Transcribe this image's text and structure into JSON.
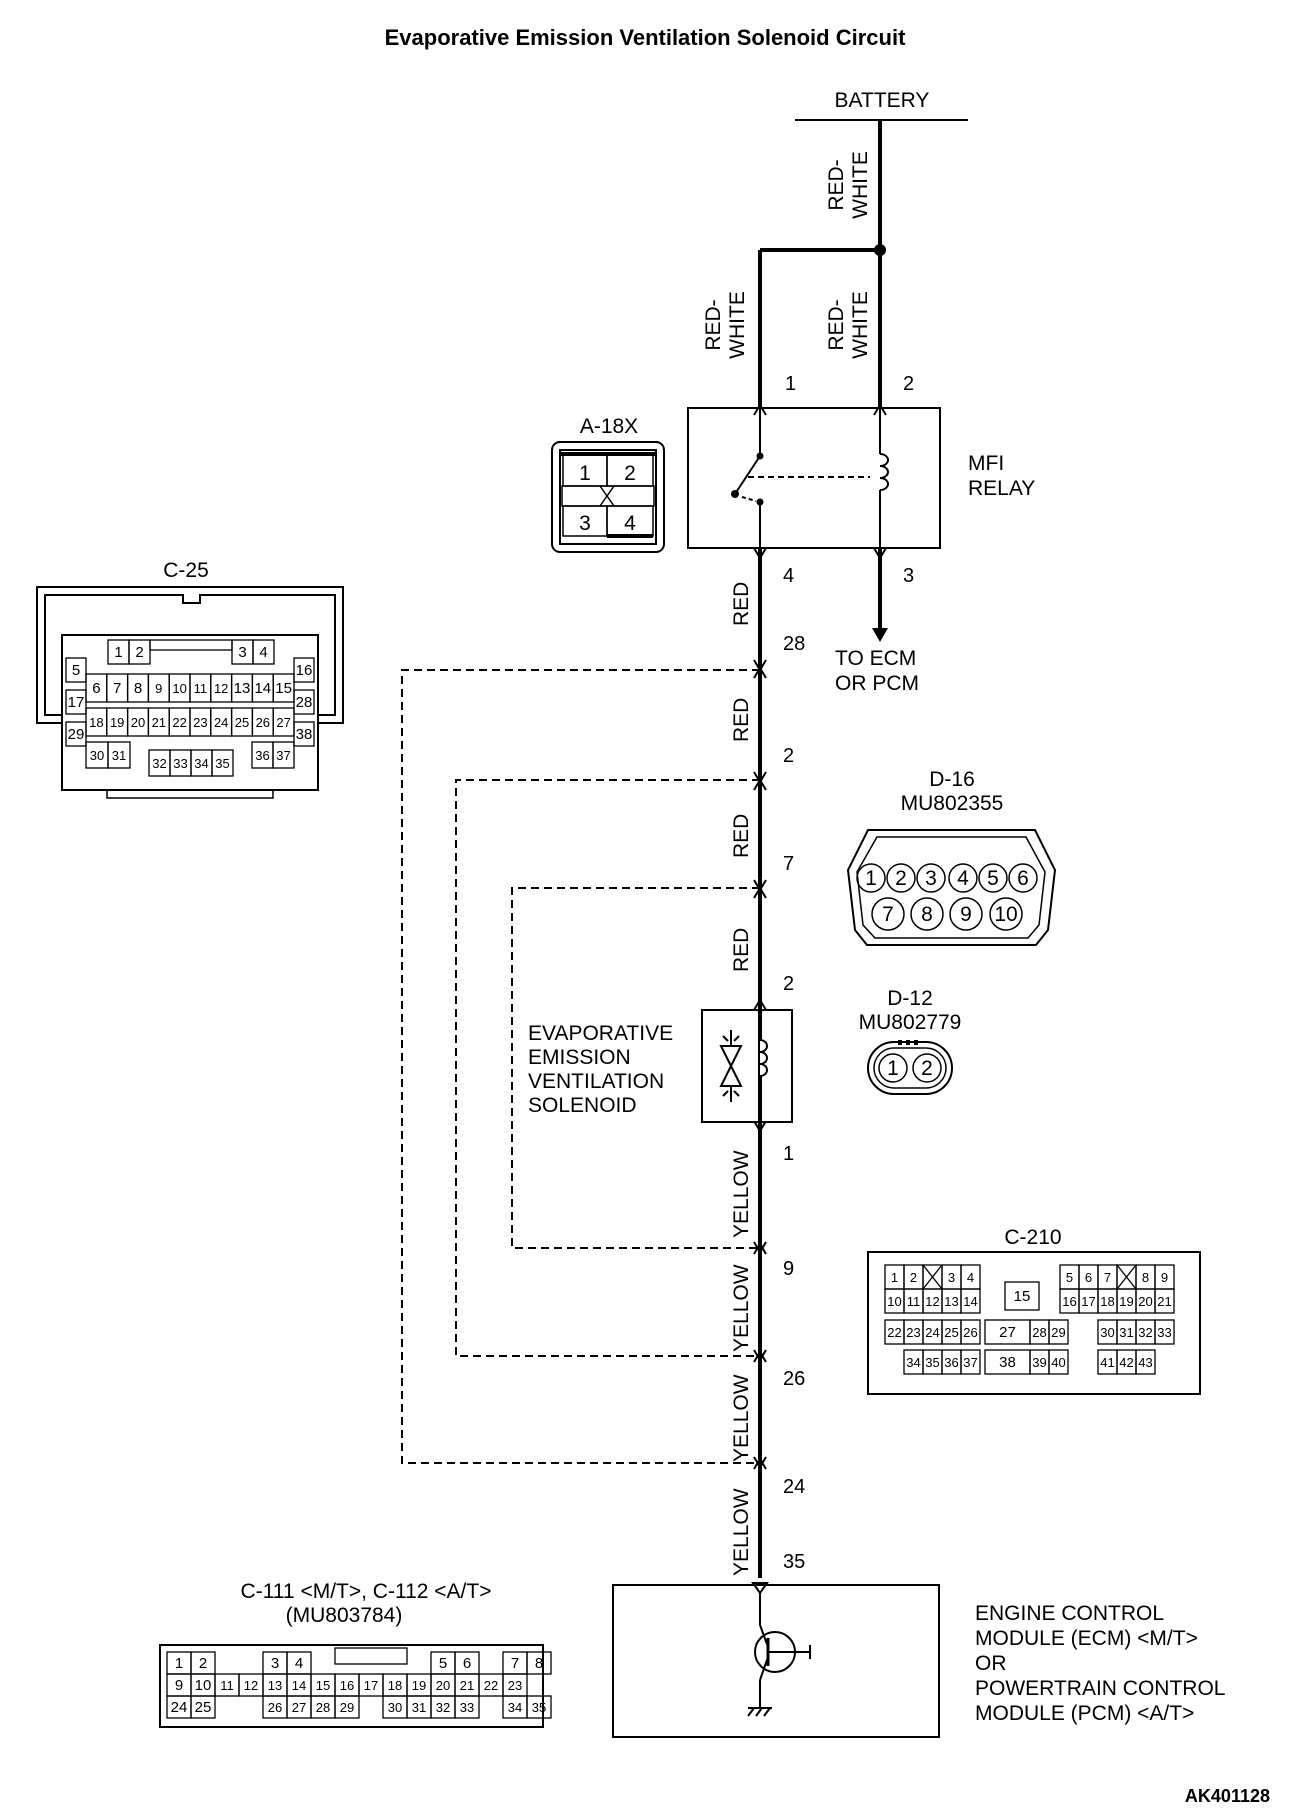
{
  "title": "Evaporative Emission Ventilation Solenoid Circuit",
  "figure_id": "AK401128",
  "battery": "BATTERY",
  "wires": {
    "red_white": "RED-\nWHITE",
    "red": "RED",
    "yellow": "YELLOW"
  },
  "relay": {
    "name_line1": "MFI",
    "name_line2": "RELAY",
    "connector": "A-18X",
    "pins": {
      "in_left": "1",
      "in_right": "2",
      "out_left": "4",
      "out_right": "3"
    },
    "to_ecm_line1": "TO ECM",
    "to_ecm_line2": "OR PCM"
  },
  "trunk_pins": [
    "28",
    "2",
    "7",
    "2",
    "1",
    "9",
    "26",
    "24",
    "35"
  ],
  "solenoid": {
    "line1": "EVAPORATIVE",
    "line2": "EMISSION",
    "line3": "VENTILATION",
    "line4": "SOLENOID"
  },
  "module": {
    "line1": "ENGINE CONTROL",
    "line2": "MODULE (ECM) <M/T>",
    "line3": "OR",
    "line4": "POWERTRAIN CONTROL",
    "line5": "MODULE (PCM) <A/T>"
  },
  "connectors": {
    "c25": {
      "name": "C-25",
      "top_pins": [
        "1",
        "2",
        "3",
        "4"
      ],
      "rows": [
        [
          "5",
          "6",
          "7",
          "8",
          "9",
          "10",
          "11",
          "12",
          "13",
          "14",
          "15",
          "16"
        ],
        [
          "17",
          "18",
          "19",
          "20",
          "21",
          "22",
          "23",
          "24",
          "25",
          "26",
          "27",
          "28"
        ],
        [
          "29",
          "30",
          "31",
          "32",
          "33",
          "34",
          "35",
          "36",
          "37",
          "38"
        ]
      ]
    },
    "a18x": {
      "pins": [
        "1",
        "2",
        "3",
        "4"
      ]
    },
    "d16": {
      "name": "D-16",
      "part": "MU802355",
      "row1": [
        "1",
        "2",
        "3",
        "4",
        "5",
        "6"
      ],
      "row2": [
        "7",
        "8",
        "9",
        "10"
      ]
    },
    "d12": {
      "name": "D-12",
      "part": "MU802779",
      "pins": [
        "1",
        "2"
      ]
    },
    "c210": {
      "name": "C-210",
      "rows": [
        [
          "1",
          "2",
          "3",
          "4",
          "5",
          "6",
          "7",
          "8",
          "9"
        ],
        [
          "10",
          "11",
          "12",
          "13",
          "14",
          "15",
          "16",
          "17",
          "18",
          "19",
          "20",
          "21"
        ],
        [
          "22",
          "23",
          "24",
          "25",
          "26",
          "27",
          "28",
          "29",
          "30",
          "31",
          "32",
          "33"
        ],
        [
          "34",
          "35",
          "36",
          "37",
          "38",
          "39",
          "40",
          "41",
          "42",
          "43"
        ]
      ]
    },
    "c111": {
      "name": "C-111 <M/T>, C-112 <A/T>",
      "part": "(MU803784)",
      "rows": [
        [
          "1",
          "2",
          "3",
          "4",
          "5",
          "6",
          "7",
          "8"
        ],
        [
          "9",
          "10",
          "11",
          "12",
          "13",
          "14",
          "15",
          "16",
          "17",
          "18",
          "19",
          "20",
          "21",
          "22",
          "23"
        ],
        [
          "24",
          "25",
          "26",
          "27",
          "28",
          "29",
          "30",
          "31",
          "32",
          "33",
          "34",
          "35"
        ]
      ]
    }
  }
}
